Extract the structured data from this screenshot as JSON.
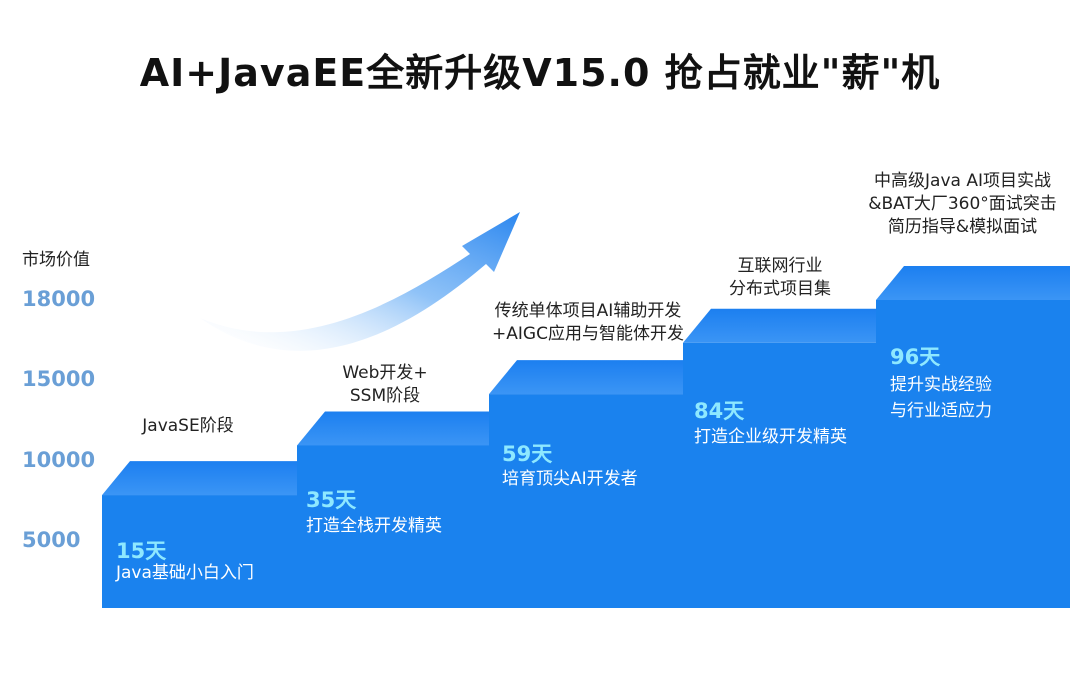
{
  "title": "AI+JavaEE全新升级V15.0  抢占就业\"薪\"机",
  "chart_data": {
    "type": "bar",
    "ylabel": "市场价值",
    "yticks": [
      18000,
      15000,
      10000,
      5000
    ],
    "categories": [
      "JavaSE阶段",
      "Web开发+\nSSM阶段",
      "传统单体项目AI辅助开发\n+AIGC应用与智能体开发",
      "互联网行业\n分布式项目集",
      "中高级Java AI项目实战\n&BAT大厂360°面试突击\n简历指导&模拟面试"
    ],
    "steps": [
      {
        "days": "15天",
        "desc": "Java基础小白入门",
        "value": 6600
      },
      {
        "days": "35天",
        "desc": "打造全栈开发精英",
        "value": 9500
      },
      {
        "days": "59天",
        "desc": "培育顶尖AI开发者",
        "value": 12500
      },
      {
        "days": "84天",
        "desc": "打造企业级开发精英",
        "value": 15500
      },
      {
        "days": "96天",
        "desc": "提升实战经验\n与行业适应力",
        "value": 18000
      }
    ],
    "colors": {
      "front": "#1a82ee",
      "top": "#2f8ff3",
      "arrow": "#3a8ff0",
      "tick": "#6a9fd6"
    }
  }
}
